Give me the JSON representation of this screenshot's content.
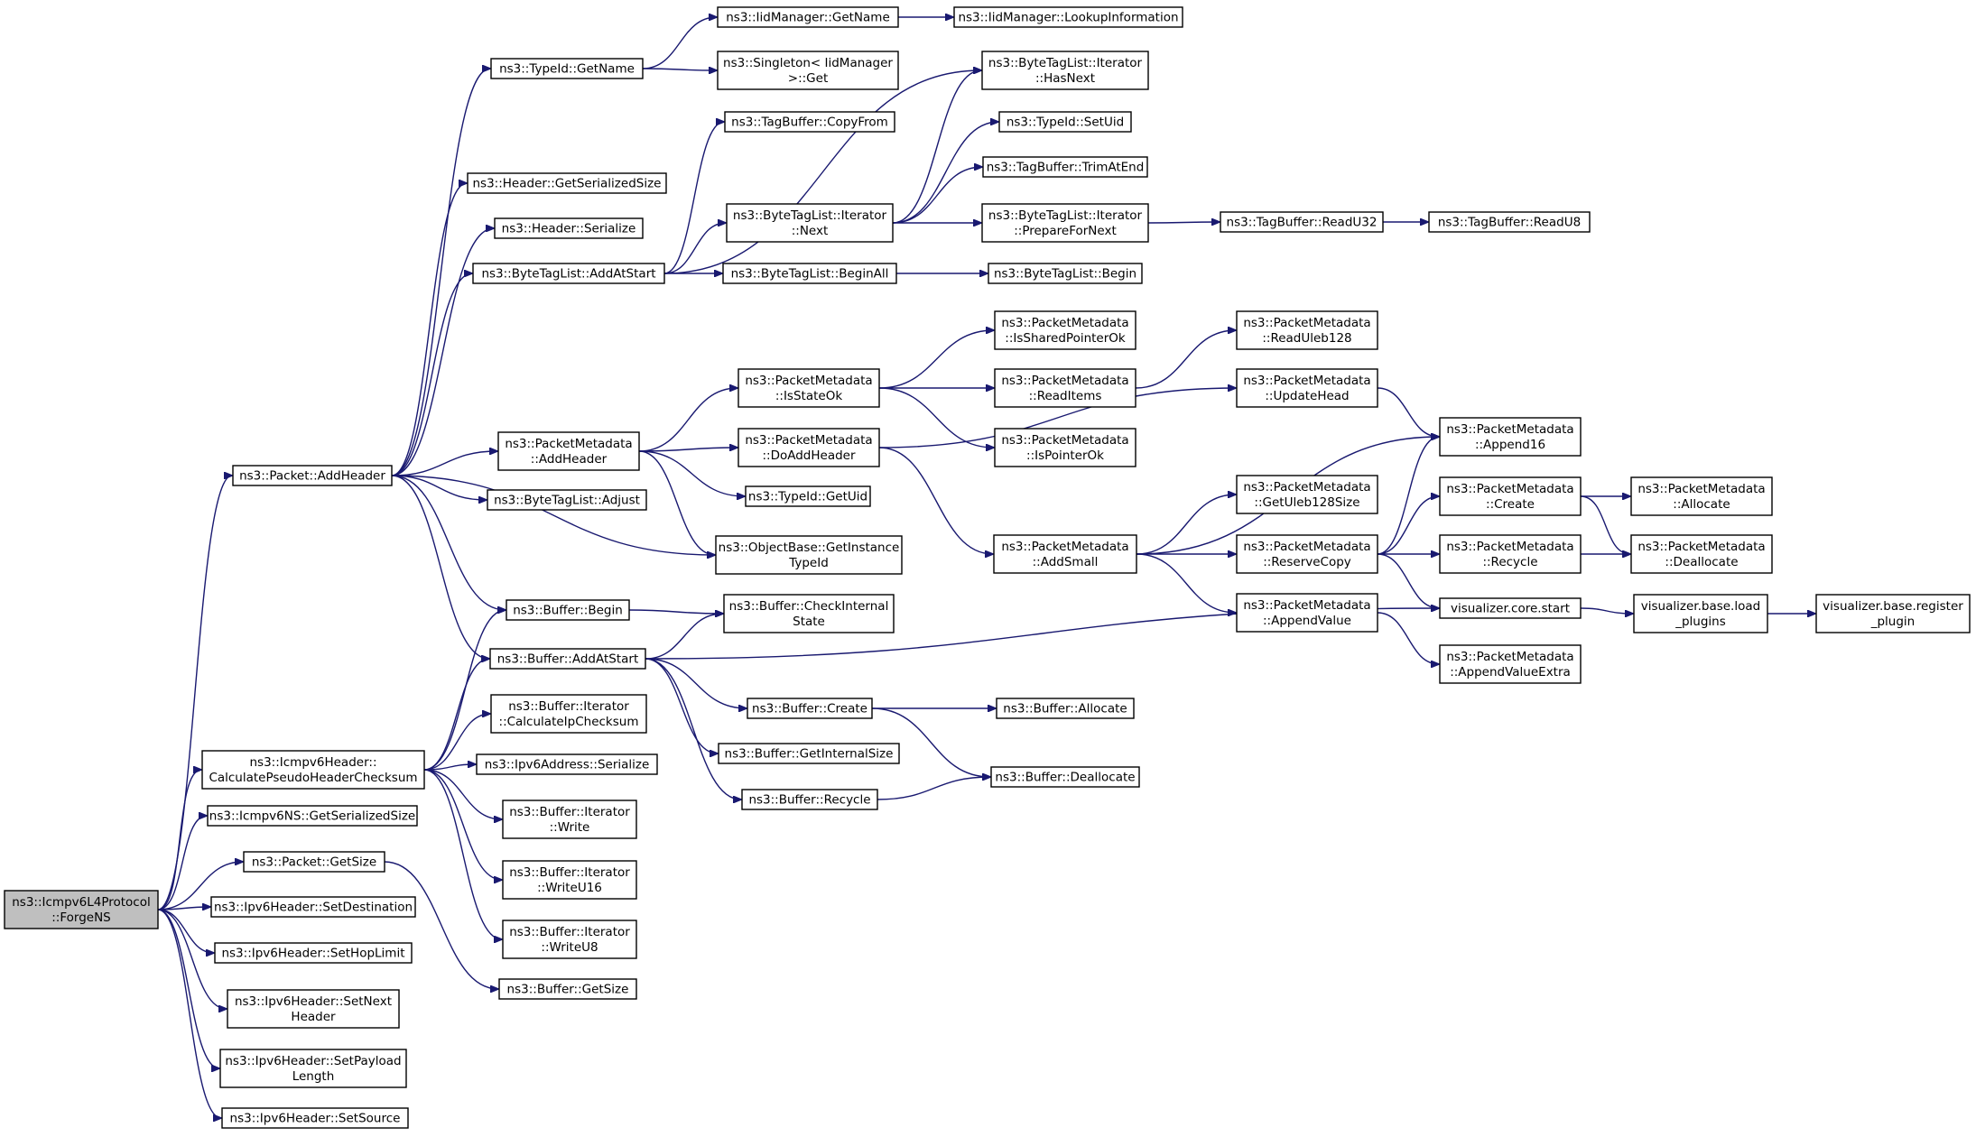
{
  "nodes": [
    {
      "id": "n0",
      "lines": [
        "ns3::Icmpv6L4Protocol",
        "::ForgeNS"
      ],
      "root": true
    },
    {
      "id": "n1",
      "lines": [
        "ns3::Packet::AddHeader"
      ]
    },
    {
      "id": "n2",
      "lines": [
        "ns3::Icmpv6Header::",
        "CalculatePseudoHeaderChecksum"
      ]
    },
    {
      "id": "n3",
      "lines": [
        "ns3::Icmpv6NS::GetSerializedSize"
      ]
    },
    {
      "id": "n4",
      "lines": [
        "ns3::Packet::GetSize"
      ]
    },
    {
      "id": "n5",
      "lines": [
        "ns3::Ipv6Header::SetDestination"
      ]
    },
    {
      "id": "n6",
      "lines": [
        "ns3::Ipv6Header::SetHopLimit"
      ]
    },
    {
      "id": "n7",
      "lines": [
        "ns3::Ipv6Header::SetNext",
        "Header"
      ]
    },
    {
      "id": "n8",
      "lines": [
        "ns3::Ipv6Header::SetPayload",
        "Length"
      ]
    },
    {
      "id": "n9",
      "lines": [
        "ns3::Ipv6Header::SetSource"
      ]
    },
    {
      "id": "n10",
      "lines": [
        "ns3::TypeId::GetName"
      ]
    },
    {
      "id": "n11",
      "lines": [
        "ns3::Header::GetSerializedSize"
      ]
    },
    {
      "id": "n12",
      "lines": [
        "ns3::Header::Serialize"
      ]
    },
    {
      "id": "n13",
      "lines": [
        "ns3::ByteTagList::AddAtStart"
      ]
    },
    {
      "id": "n14",
      "lines": [
        "ns3::PacketMetadata",
        "::AddHeader"
      ]
    },
    {
      "id": "n15",
      "lines": [
        "ns3::ByteTagList::Adjust"
      ]
    },
    {
      "id": "n16",
      "lines": [
        "ns3::Buffer::Begin"
      ]
    },
    {
      "id": "n17",
      "lines": [
        "ns3::Buffer::AddAtStart"
      ]
    },
    {
      "id": "n18",
      "lines": [
        "ns3::Buffer::Iterator",
        "::CalculateIpChecksum"
      ]
    },
    {
      "id": "n19",
      "lines": [
        "ns3::Ipv6Address::Serialize"
      ]
    },
    {
      "id": "n20",
      "lines": [
        "ns3::Buffer::Iterator",
        "::Write"
      ]
    },
    {
      "id": "n21",
      "lines": [
        "ns3::Buffer::Iterator",
        "::WriteU16"
      ]
    },
    {
      "id": "n22",
      "lines": [
        "ns3::Buffer::Iterator",
        "::WriteU8"
      ]
    },
    {
      "id": "n23",
      "lines": [
        "ns3::Buffer::GetSize"
      ]
    },
    {
      "id": "n24",
      "lines": [
        "ns3::IidManager::GetName"
      ]
    },
    {
      "id": "n25",
      "lines": [
        "ns3::Singleton< IidManager",
        ">::Get"
      ]
    },
    {
      "id": "n26",
      "lines": [
        "ns3::TagBuffer::CopyFrom"
      ]
    },
    {
      "id": "n27",
      "lines": [
        "ns3::ByteTagList::Iterator",
        "::Next"
      ]
    },
    {
      "id": "n28",
      "lines": [
        "ns3::ByteTagList::BeginAll"
      ]
    },
    {
      "id": "n29",
      "lines": [
        "ns3::PacketMetadata",
        "::IsStateOk"
      ]
    },
    {
      "id": "n30",
      "lines": [
        "ns3::PacketMetadata",
        "::DoAddHeader"
      ]
    },
    {
      "id": "n31",
      "lines": [
        "ns3::TypeId::GetUid"
      ]
    },
    {
      "id": "n32",
      "lines": [
        "ns3::ObjectBase::GetInstance",
        "TypeId"
      ]
    },
    {
      "id": "n33",
      "lines": [
        "ns3::Buffer::CheckInternal",
        "State"
      ]
    },
    {
      "id": "n34",
      "lines": [
        "ns3::Buffer::Create"
      ]
    },
    {
      "id": "n35",
      "lines": [
        "ns3::Buffer::GetInternalSize"
      ]
    },
    {
      "id": "n36",
      "lines": [
        "ns3::Buffer::Recycle"
      ]
    },
    {
      "id": "n37",
      "lines": [
        "ns3::IidManager::LookupInformation"
      ]
    },
    {
      "id": "n38",
      "lines": [
        "ns3::ByteTagList::Iterator",
        "::HasNext"
      ]
    },
    {
      "id": "n39",
      "lines": [
        "ns3::TypeId::SetUid"
      ]
    },
    {
      "id": "n40",
      "lines": [
        "ns3::TagBuffer::TrimAtEnd"
      ]
    },
    {
      "id": "n41",
      "lines": [
        "ns3::ByteTagList::Iterator",
        "::PrepareForNext"
      ]
    },
    {
      "id": "n42",
      "lines": [
        "ns3::ByteTagList::Begin"
      ]
    },
    {
      "id": "n43",
      "lines": [
        "ns3::PacketMetadata",
        "::IsSharedPointerOk"
      ]
    },
    {
      "id": "n44",
      "lines": [
        "ns3::PacketMetadata",
        "::ReadItems"
      ]
    },
    {
      "id": "n45",
      "lines": [
        "ns3::PacketMetadata",
        "::IsPointerOk"
      ]
    },
    {
      "id": "n46",
      "lines": [
        "ns3::PacketMetadata",
        "::AddSmall"
      ]
    },
    {
      "id": "n47",
      "lines": [
        "ns3::Buffer::Allocate"
      ]
    },
    {
      "id": "n48",
      "lines": [
        "ns3::Buffer::Deallocate"
      ]
    },
    {
      "id": "n49",
      "lines": [
        "ns3::TagBuffer::ReadU32"
      ]
    },
    {
      "id": "n50",
      "lines": [
        "ns3::PacketMetadata",
        "::ReadUleb128"
      ]
    },
    {
      "id": "n51",
      "lines": [
        "ns3::PacketMetadata",
        "::UpdateHead"
      ]
    },
    {
      "id": "n52",
      "lines": [
        "ns3::PacketMetadata",
        "::GetUleb128Size"
      ]
    },
    {
      "id": "n53",
      "lines": [
        "ns3::PacketMetadata",
        "::ReserveCopy"
      ]
    },
    {
      "id": "n54",
      "lines": [
        "ns3::PacketMetadata",
        "::AppendValue"
      ]
    },
    {
      "id": "n55",
      "lines": [
        "ns3::TagBuffer::ReadU8"
      ]
    },
    {
      "id": "n56",
      "lines": [
        "ns3::PacketMetadata",
        "::Append16"
      ]
    },
    {
      "id": "n57",
      "lines": [
        "ns3::PacketMetadata",
        "::Create"
      ]
    },
    {
      "id": "n58",
      "lines": [
        "ns3::PacketMetadata",
        "::Recycle"
      ]
    },
    {
      "id": "n59",
      "lines": [
        "visualizer.core.start"
      ]
    },
    {
      "id": "n60",
      "lines": [
        "ns3::PacketMetadata",
        "::AppendValueExtra"
      ]
    },
    {
      "id": "n61",
      "lines": [
        "ns3::PacketMetadata",
        "::Allocate"
      ]
    },
    {
      "id": "n62",
      "lines": [
        "ns3::PacketMetadata",
        "::Deallocate"
      ]
    },
    {
      "id": "n63",
      "lines": [
        "visualizer.base.load",
        "_plugins"
      ]
    },
    {
      "id": "n64",
      "lines": [
        "visualizer.base.register",
        "_plugin"
      ]
    }
  ],
  "edges": [
    [
      "n0",
      "n1"
    ],
    [
      "n0",
      "n2"
    ],
    [
      "n0",
      "n3"
    ],
    [
      "n0",
      "n4"
    ],
    [
      "n0",
      "n5"
    ],
    [
      "n0",
      "n6"
    ],
    [
      "n0",
      "n7"
    ],
    [
      "n0",
      "n8"
    ],
    [
      "n0",
      "n9"
    ],
    [
      "n1",
      "n10"
    ],
    [
      "n1",
      "n11"
    ],
    [
      "n1",
      "n12"
    ],
    [
      "n1",
      "n13"
    ],
    [
      "n1",
      "n14"
    ],
    [
      "n1",
      "n15"
    ],
    [
      "n1",
      "n32"
    ],
    [
      "n1",
      "n16"
    ],
    [
      "n1",
      "n17"
    ],
    [
      "n2",
      "n16"
    ],
    [
      "n2",
      "n17"
    ],
    [
      "n2",
      "n18"
    ],
    [
      "n2",
      "n19"
    ],
    [
      "n2",
      "n20"
    ],
    [
      "n2",
      "n21"
    ],
    [
      "n2",
      "n22"
    ],
    [
      "n4",
      "n23"
    ],
    [
      "n10",
      "n24"
    ],
    [
      "n10",
      "n25"
    ],
    [
      "n24",
      "n37"
    ],
    [
      "n13",
      "n26"
    ],
    [
      "n13",
      "n38"
    ],
    [
      "n13",
      "n27"
    ],
    [
      "n13",
      "n28"
    ],
    [
      "n27",
      "n38"
    ],
    [
      "n27",
      "n39"
    ],
    [
      "n27",
      "n40"
    ],
    [
      "n27",
      "n41"
    ],
    [
      "n28",
      "n42"
    ],
    [
      "n41",
      "n49"
    ],
    [
      "n49",
      "n55"
    ],
    [
      "n14",
      "n29"
    ],
    [
      "n14",
      "n30"
    ],
    [
      "n14",
      "n31"
    ],
    [
      "n14",
      "n32"
    ],
    [
      "n29",
      "n43"
    ],
    [
      "n29",
      "n44"
    ],
    [
      "n29",
      "n45"
    ],
    [
      "n44",
      "n50"
    ],
    [
      "n30",
      "n51"
    ],
    [
      "n30",
      "n46"
    ],
    [
      "n51",
      "n56"
    ],
    [
      "n46",
      "n56"
    ],
    [
      "n46",
      "n52"
    ],
    [
      "n46",
      "n53"
    ],
    [
      "n46",
      "n54"
    ],
    [
      "n53",
      "n56"
    ],
    [
      "n53",
      "n57"
    ],
    [
      "n53",
      "n58"
    ],
    [
      "n53",
      "n59"
    ],
    [
      "n57",
      "n61"
    ],
    [
      "n57",
      "n62"
    ],
    [
      "n58",
      "n62"
    ],
    [
      "n54",
      "n60"
    ],
    [
      "n59",
      "n63"
    ],
    [
      "n63",
      "n64"
    ],
    [
      "n16",
      "n33"
    ],
    [
      "n17",
      "n33"
    ],
    [
      "n17",
      "n59"
    ],
    [
      "n17",
      "n34"
    ],
    [
      "n17",
      "n35"
    ],
    [
      "n17",
      "n36"
    ],
    [
      "n34",
      "n47"
    ],
    [
      "n34",
      "n48"
    ],
    [
      "n36",
      "n48"
    ]
  ]
}
